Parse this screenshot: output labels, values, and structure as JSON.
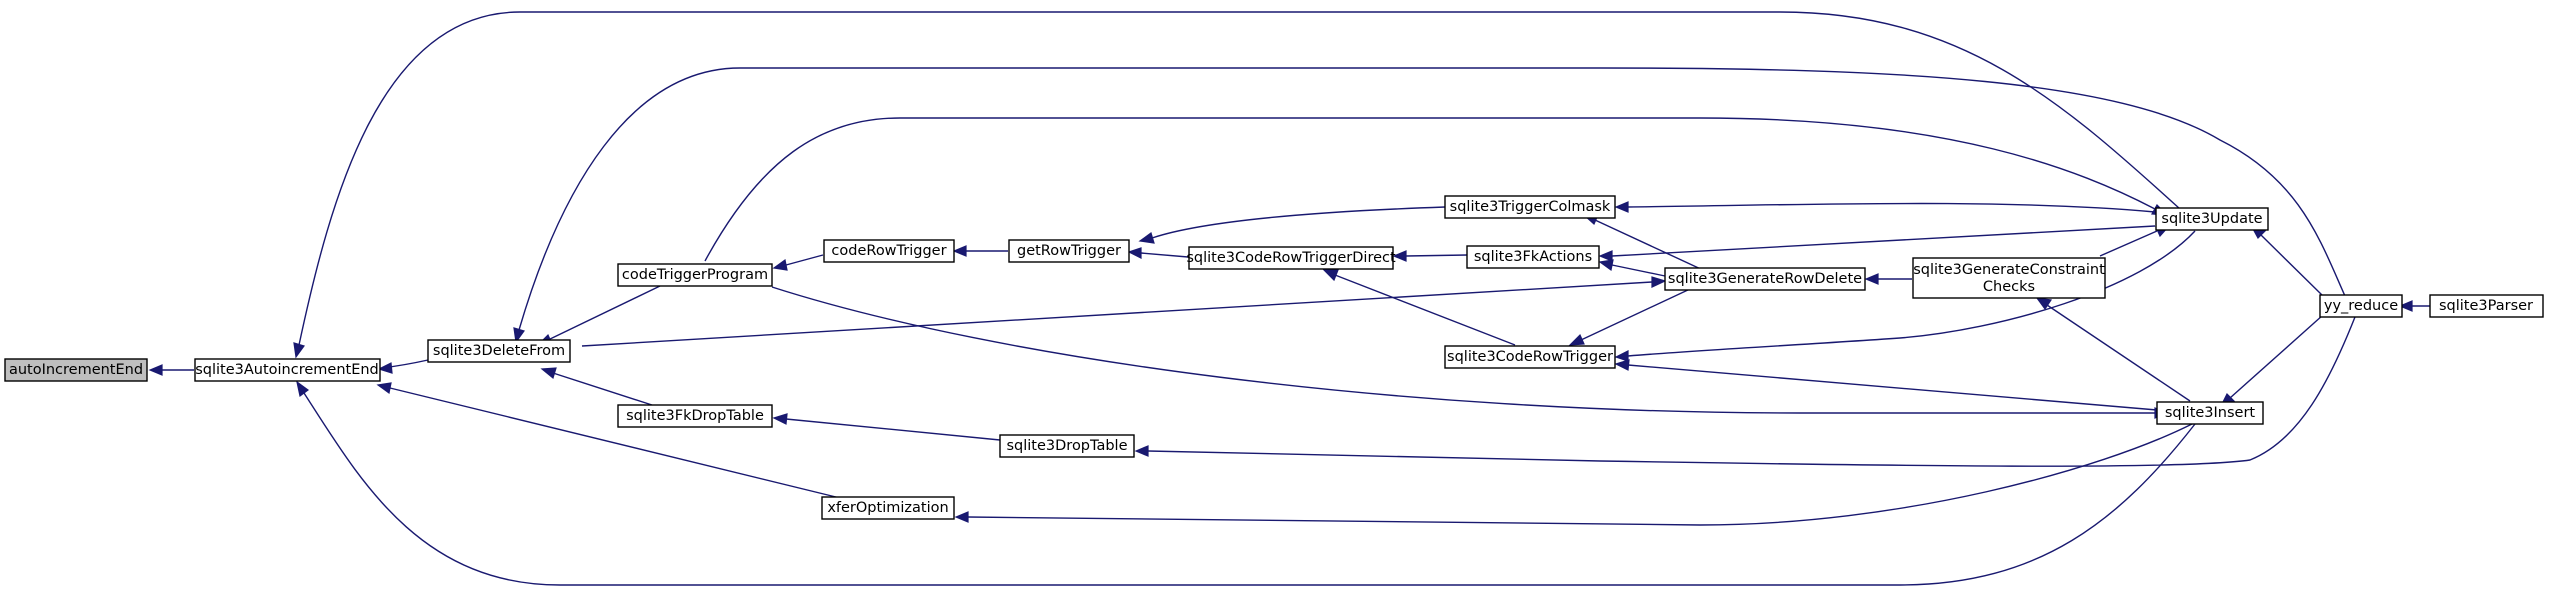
{
  "nodes": {
    "autoIncrementEnd": "autoIncrementEnd",
    "sqlite3AutoincrementEnd": "sqlite3AutoincrementEnd",
    "sqlite3DeleteFrom": "sqlite3DeleteFrom",
    "codeTriggerProgram": "codeTriggerProgram",
    "sqlite3FkDropTable": "sqlite3FkDropTable",
    "xferOptimization": "xferOptimization",
    "codeRowTrigger": "codeRowTrigger",
    "getRowTrigger": "getRowTrigger",
    "sqlite3DropTable": "sqlite3DropTable",
    "sqlite3CodeRowTriggerDirect": "sqlite3CodeRowTriggerDirect",
    "sqlite3TriggerColmask": "sqlite3TriggerColmask",
    "sqlite3FkActions": "sqlite3FkActions",
    "sqlite3CodeRowTrigger": "sqlite3CodeRowTrigger",
    "sqlite3GenerateRowDelete": "sqlite3GenerateRowDelete",
    "sqlite3GenerateConstraintChecks_1": "sqlite3GenerateConstraint",
    "sqlite3GenerateConstraintChecks_2": "Checks",
    "sqlite3Update": "sqlite3Update",
    "sqlite3Insert": "sqlite3Insert",
    "yy_reduce": "yy_reduce",
    "sqlite3Parser": "sqlite3Parser"
  },
  "colors": {
    "edge": "#191970",
    "root_fill": "#bfbfbf",
    "node_fill": "#ffffff",
    "node_border": "#000000"
  }
}
